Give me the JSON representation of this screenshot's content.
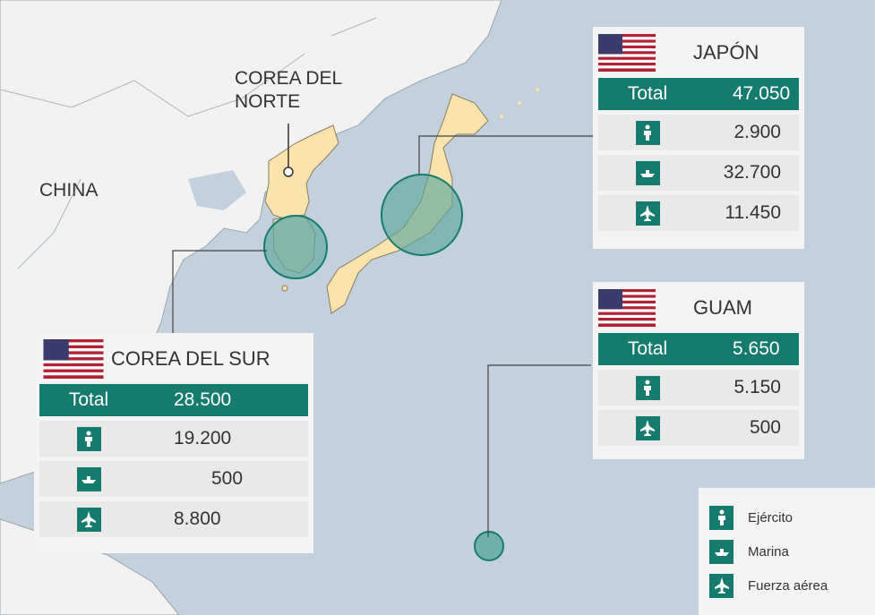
{
  "map_labels": {
    "china": "CHINA",
    "north_korea": "COREA DEL\nNORTE"
  },
  "panels": {
    "japan": {
      "title": "JAPÓN",
      "total_label": "Total",
      "total": "47.050",
      "army": "2.900",
      "navy": "32.700",
      "air": "11.450"
    },
    "guam": {
      "title": "GUAM",
      "total_label": "Total",
      "total": "5.650",
      "army": "5.150",
      "air": "500"
    },
    "south_korea": {
      "title": "COREA DEL SUR",
      "total_label": "Total",
      "total": "28.500",
      "army": "19.200",
      "navy": "500",
      "air": "8.800"
    }
  },
  "legend": {
    "army": "Ejército",
    "navy": "Marina",
    "air": "Fuerza aérea"
  },
  "colors": {
    "sea": "#c3d1de",
    "land": "#f2f2f2",
    "north_korea_fill": "#fbe3ad",
    "japan_fill": "#fbe3ad",
    "accent": "#167b6f",
    "circle": "#5ea79d"
  }
}
